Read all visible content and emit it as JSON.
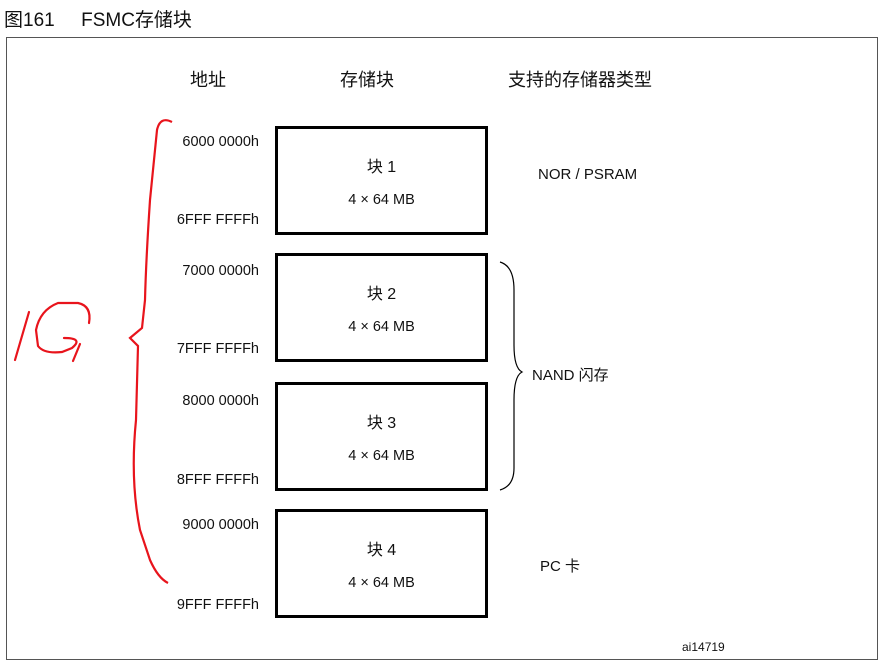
{
  "caption": {
    "figure": "图161",
    "title": "FSMC存储块"
  },
  "headers": {
    "address": "地址",
    "bank": "存储块",
    "types": "支持的存储器类型"
  },
  "banks": [
    {
      "name": "块 1",
      "size": "4 × 64 MB",
      "start": "6000 0000h",
      "end": "6FFF FFFFh"
    },
    {
      "name": "块 2",
      "size": "4 × 64 MB",
      "start": "7000 0000h",
      "end": "7FFF FFFFh"
    },
    {
      "name": "块 3",
      "size": "4 × 64 MB",
      "start": "8000 0000h",
      "end": "8FFF FFFFh"
    },
    {
      "name": "块 4",
      "size": "4 × 64 MB",
      "start": "9000 0000h",
      "end": "9FFF FFFFh"
    }
  ],
  "memory_types": {
    "bank1": "NOR / PSRAM",
    "bank23": "NAND 闪存",
    "bank4": "PC 卡"
  },
  "handwritten_note": "1G",
  "reference": "ai14719",
  "colors": {
    "annotation": "#e8141c",
    "line": "#000000"
  }
}
